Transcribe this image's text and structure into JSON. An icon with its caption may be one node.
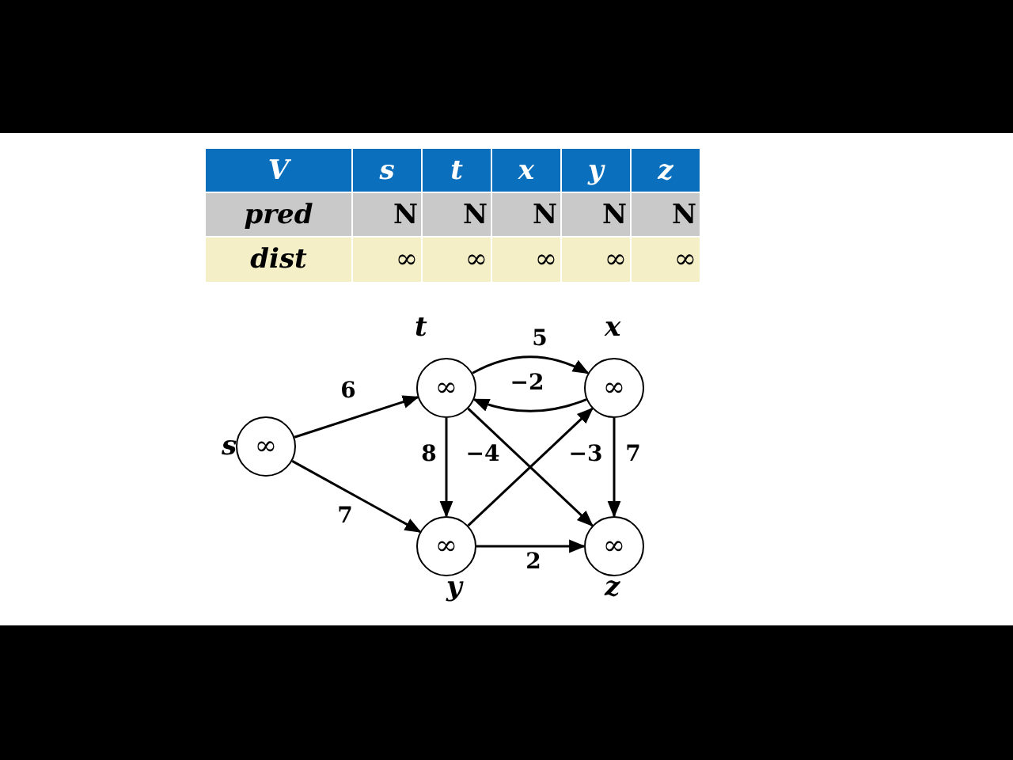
{
  "diagram": {
    "nodes": [
      {
        "text": [
          "∞"
        ],
        "beside": [
          "s"
        ]
      },
      {
        "text": [
          "∞"
        ],
        "beside": [
          "t"
        ]
      },
      {
        "text": [
          "∞"
        ],
        "beside": [
          "x"
        ]
      },
      {
        "text": [
          "∞"
        ],
        "beside": [
          "y"
        ]
      },
      {
        "text": [
          "∞"
        ],
        "beside": [
          "z"
        ]
      }
    ],
    "edges": [
      {
        "from": 0,
        "to": 1,
        "arrow": "to",
        "label": "6"
      },
      {
        "from": 0,
        "to": 3,
        "arrow": "to",
        "label": "7"
      },
      {
        "from": 1,
        "to": 2,
        "arrow": "to",
        "label": "5"
      },
      {
        "from": 2,
        "to": 1,
        "arrow": "to",
        "label": "−2"
      },
      {
        "from": 1,
        "to": 3,
        "arrow": "to",
        "label": "8"
      },
      {
        "from": 1,
        "to": 4,
        "arrow": "to",
        "label": "−4"
      },
      {
        "from": 3,
        "to": 2,
        "arrow": "to",
        "label": "−3"
      },
      {
        "from": 2,
        "to": 4,
        "arrow": "to",
        "label": "7"
      },
      {
        "from": 3,
        "to": 4,
        "arrow": "to",
        "label": "2"
      }
    ],
    "labels": [
      "V",
      "s",
      "t",
      "x",
      "y",
      "z",
      "pred",
      "N",
      "N",
      "N",
      "N",
      "N",
      "dist",
      "∞",
      "∞",
      "∞",
      "∞",
      "∞"
    ]
  }
}
